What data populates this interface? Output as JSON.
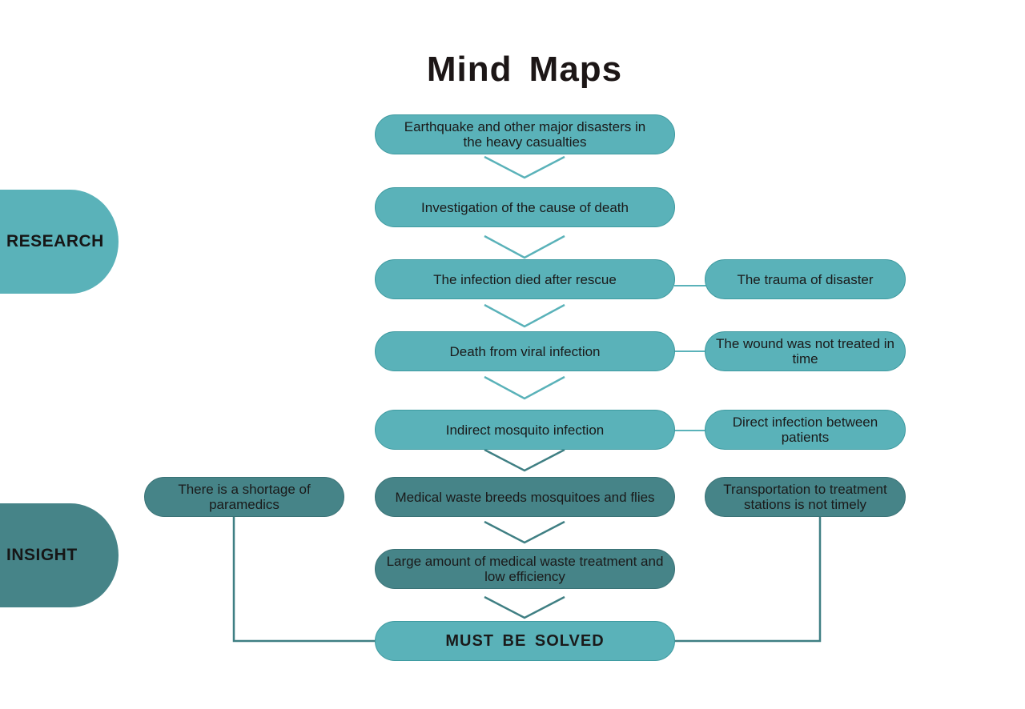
{
  "title": "Mind Maps",
  "sections": {
    "research": "RESEARCH",
    "insight": "INSIGHT"
  },
  "main_flow": [
    {
      "text": "Earthquake and other major disasters in the heavy casualties"
    },
    {
      "text": "Investigation of the cause of death"
    },
    {
      "text": "The infection died after rescue"
    },
    {
      "text": "Death from viral infection"
    },
    {
      "text": "Indirect mosquito infection"
    },
    {
      "text": "Medical waste breeds mosquitoes and flies"
    },
    {
      "text": "Large amount of medical waste treatment and low efficiency"
    },
    {
      "text": "MUST BE SOLVED"
    }
  ],
  "side_nodes": {
    "trauma": "The trauma of disaster",
    "wound": "The wound was not treated in time",
    "direct": "Direct infection between patients",
    "paramedics": "There is a shortage of paramedics",
    "transport": "Transportation to treatment stations is not timely"
  },
  "colors": {
    "light_node": "#5ab2b9",
    "dark_node": "#468488",
    "light_line": "#5ab2b9",
    "dark_line": "#3f7f83"
  }
}
